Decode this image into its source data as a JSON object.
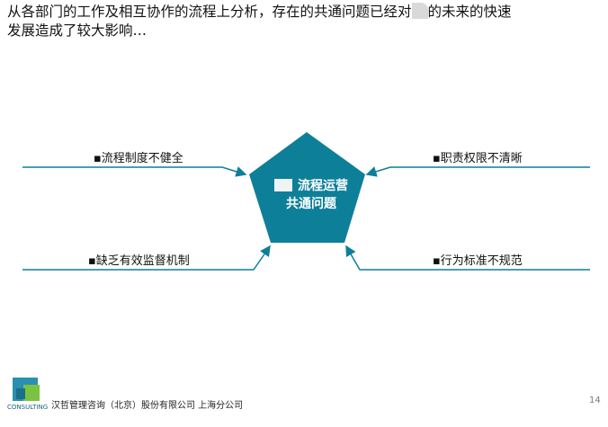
{
  "title": {
    "line1_a": "从各部门的工作及相互协作的流程上分析，存在的共通问题已经对",
    "line1_b": "的未来的快速",
    "line2": "发展造成了较大影响…"
  },
  "center": {
    "line1": "流程运营",
    "line2": "共通问题"
  },
  "issues": [
    "▪流程制度不健全",
    "▪职责权限不清晰",
    "▪缺乏有效监督机制",
    "▪行为标准不规范"
  ],
  "footer": {
    "company": "汉哲管理咨询（北京）股份有限公司 上海分公司",
    "page": "14",
    "logo_text": "CONSULTING"
  },
  "colors": {
    "accent": "#0e7f99"
  }
}
